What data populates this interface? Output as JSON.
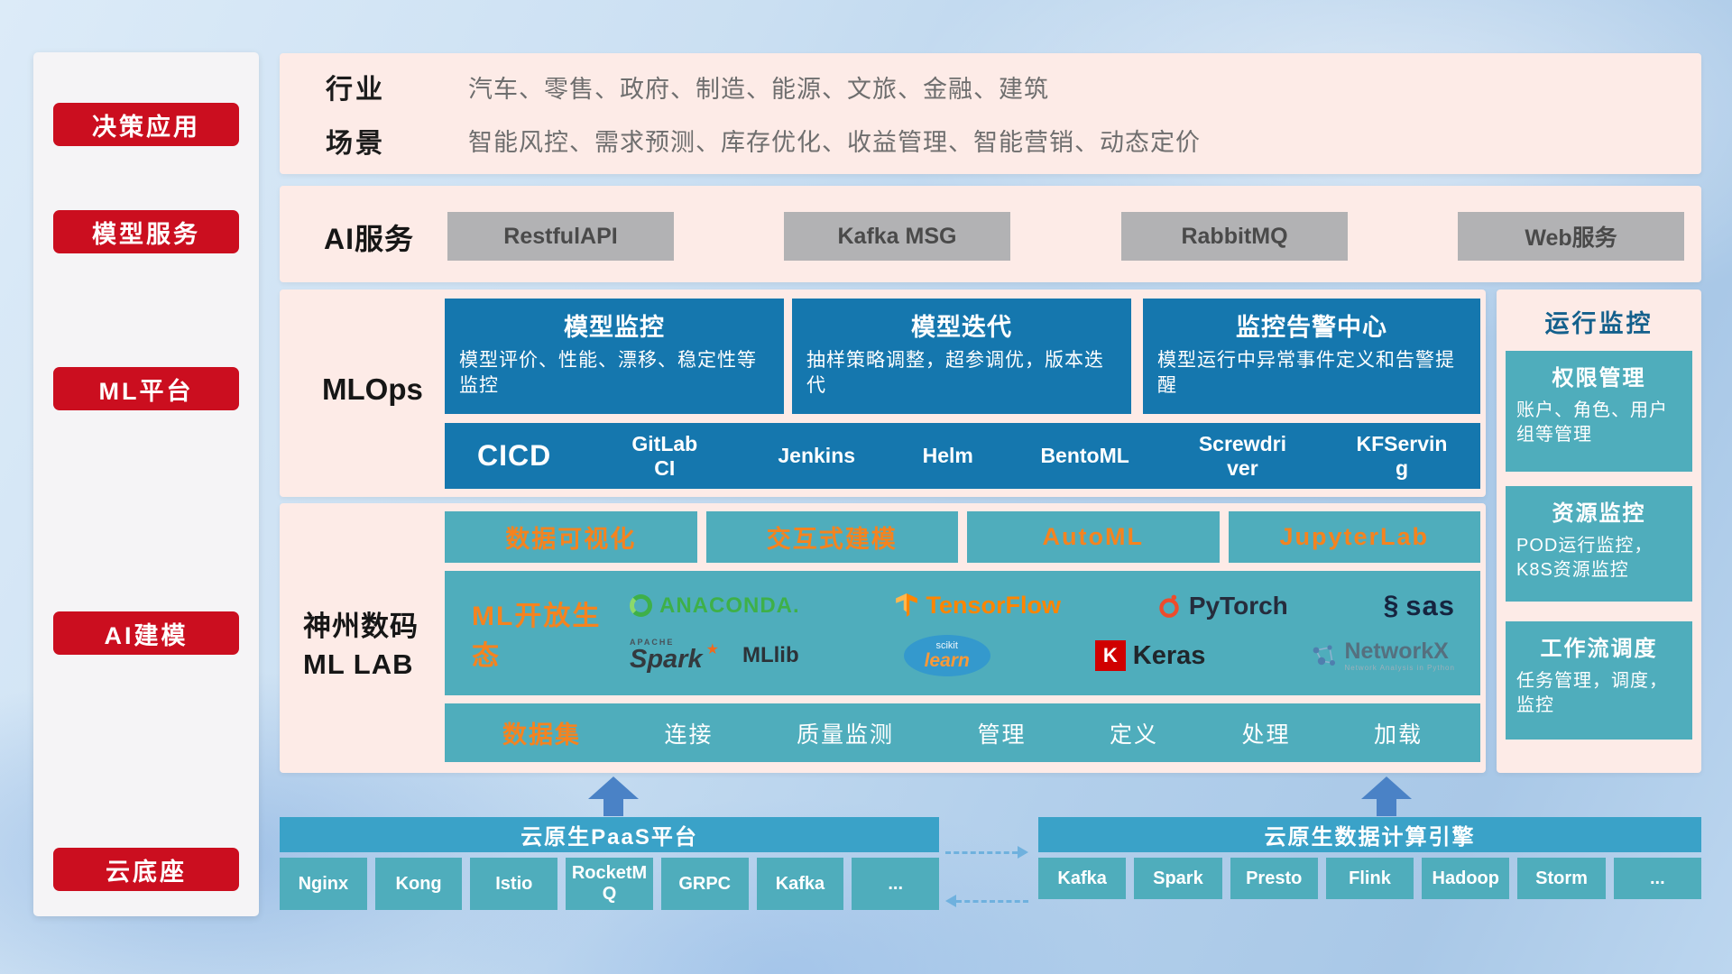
{
  "sidebar": {
    "items": [
      {
        "label": "决策应用"
      },
      {
        "label": "模型服务"
      },
      {
        "label": "ML平台"
      },
      {
        "label": "AI建模"
      },
      {
        "label": "云底座"
      }
    ]
  },
  "industry": {
    "row1_label": "行业",
    "row1_text": "汽车、零售、政府、制造、能源、文旅、金融、建筑",
    "row2_label": "场景",
    "row2_text": "智能风控、需求预测、库存优化、收益管理、智能营销、动态定价"
  },
  "ai_service": {
    "label": "AI服务",
    "services": [
      "RestfulAPI",
      "Kafka MSG",
      "RabbitMQ",
      "Web服务"
    ]
  },
  "mlops": {
    "label": "MLOps",
    "cards": [
      {
        "title": "模型监控",
        "desc": "模型评价、性能、漂移、稳定性等监控"
      },
      {
        "title": "模型迭代",
        "desc": "抽样策略调整，超参调优，版本迭代"
      },
      {
        "title": "监控告警中心",
        "desc": "模型运行中异常事件定义和告警提醒"
      }
    ],
    "cicd_label": "CICD",
    "cicd_tools": [
      "GitLab CI",
      "Jenkins",
      "Helm",
      "BentoML",
      "Screwdriver",
      "KFServing"
    ]
  },
  "mllab": {
    "label_line1": "神州数码",
    "label_line2": "ML LAB",
    "top_tools": [
      "数据可视化",
      "交互式建模",
      "AutoML",
      "JupyterLab"
    ],
    "ecosystem_label": "ML开放生态",
    "logos": {
      "anaconda": "ANACONDA.",
      "tensorflow": "TensorFlow",
      "pytorch": "PyTorch",
      "sas_icon": "§",
      "sas": "sas",
      "apache": "APACHE",
      "spark": "Spark",
      "spark_star": "★",
      "mllib": "MLlib",
      "scikit_top": "scikit",
      "scikit_main": "learn",
      "keras_k": "K",
      "keras": "Keras",
      "networkx": "NetworkX",
      "networkx_sub": "Network Analysis in Python"
    },
    "dataset_label": "数据集",
    "dataset_items": [
      "连接",
      "质量监测",
      "管理",
      "定义",
      "处理",
      "加载"
    ]
  },
  "monitor": {
    "title": "运行监控",
    "cards": [
      {
        "title": "权限管理",
        "desc": "账户、角色、用户组等管理"
      },
      {
        "title": "资源监控",
        "desc": "POD运行监控，K8S资源监控"
      },
      {
        "title": "工作流调度",
        "desc": "任务管理，调度，监控"
      }
    ]
  },
  "bottom": {
    "paas_title": "云原生PaaS平台",
    "paas_items": [
      "Nginx",
      "Kong",
      "Istio",
      "RocketMQ",
      "GRPC",
      "Kafka",
      "..."
    ],
    "engine_title": "云原生数据计算引擎",
    "engine_items": [
      "Kafka",
      "Spark",
      "Presto",
      "Flink",
      "Hadoop",
      "Storm",
      "..."
    ]
  },
  "colors": {
    "accent_red": "#cb0e1f",
    "panel_pink": "#fdebe7",
    "blue": "#1577ae",
    "teal": "#4fadbc",
    "teal_header": "#3aa2c8",
    "orange": "#f5831f",
    "gray_button": "#b2b2b4"
  }
}
